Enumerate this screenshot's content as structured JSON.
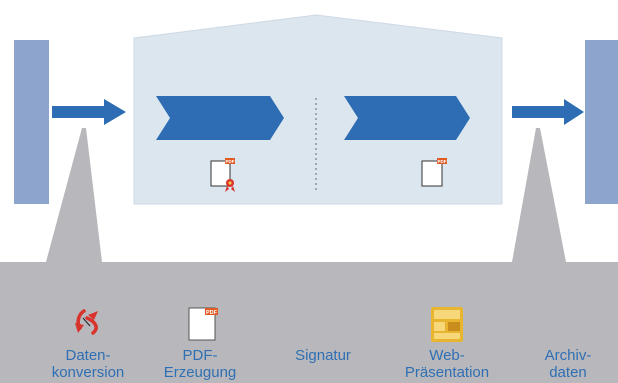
{
  "colors": {
    "sidebar": "#8da5cd",
    "arrow": "#2e6db3",
    "house_fill": "#dce6ef",
    "house_edge": "#cfd9e4",
    "bottom_band": "#b8b8bc",
    "label": "#2f6fb3",
    "divider": "#666666",
    "pdf_tag": "#e25a24",
    "cert_red": "#d8332c",
    "web_gold": "#e8b531"
  },
  "icons": {
    "signed_pdf": "signed-pdf-icon",
    "pdf": "pdf-document-icon",
    "conversion": "conversion-cycle-icon",
    "pdf_creation": "pdf-creation-icon",
    "web": "web-presentation-icon",
    "pdf_tag_text": "PDF"
  },
  "labels": [
    {
      "id": "datenkonversion",
      "line1": "Daten-",
      "line2": "konversion"
    },
    {
      "id": "pdf-erzeugung",
      "line1": "PDF-",
      "line2": "Erzeugung"
    },
    {
      "id": "signatur",
      "line1": "Signatur",
      "line2": ""
    },
    {
      "id": "web-praesentation",
      "line1": "Web-",
      "line2": "Präsentation"
    },
    {
      "id": "archivdaten",
      "line1": "Archiv-",
      "line2": "daten"
    }
  ]
}
